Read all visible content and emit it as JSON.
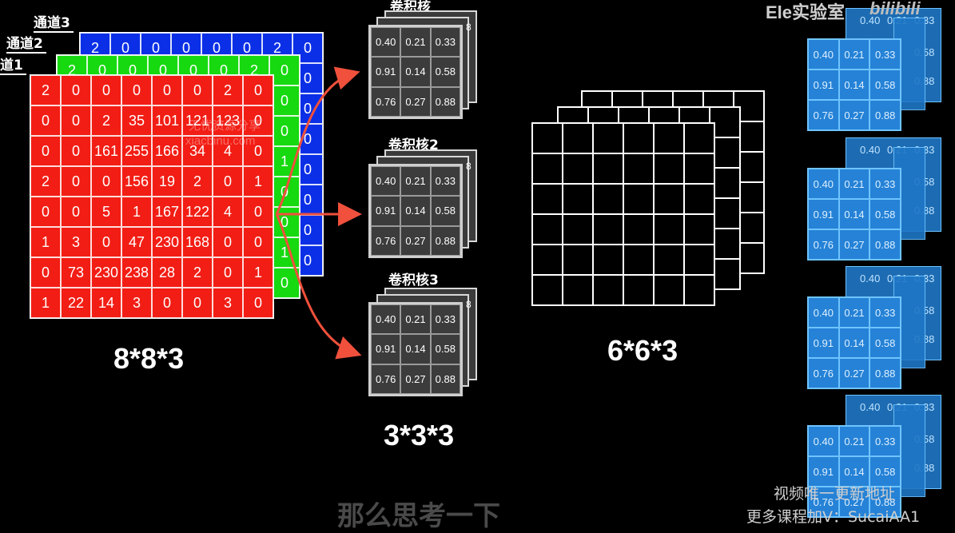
{
  "channels": {
    "channel3_label": "通道3",
    "channel2_label": "通道2",
    "channel1_label": "道1",
    "blue_right_column": [
      "0",
      "0",
      "0",
      "0",
      "0",
      "0",
      "0",
      "0"
    ],
    "blue_top_row": [
      "2",
      "0",
      "0",
      "0",
      "0",
      "0",
      "2",
      "0"
    ],
    "green_right_column": [
      "0",
      "0",
      "0",
      "1",
      "0",
      "0",
      "1",
      "0"
    ],
    "green_top_row": [
      "2",
      "0",
      "0",
      "0",
      "0",
      "0",
      "2",
      "0"
    ],
    "red_grid": [
      [
        "2",
        "0",
        "0",
        "0",
        "0",
        "0",
        "2",
        "0"
      ],
      [
        "0",
        "0",
        "2",
        "35",
        "101",
        "121",
        "123",
        "0"
      ],
      [
        "0",
        "0",
        "161",
        "255",
        "166",
        "34",
        "4",
        "0"
      ],
      [
        "2",
        "0",
        "0",
        "156",
        "19",
        "2",
        "0",
        "1"
      ],
      [
        "0",
        "0",
        "5",
        "1",
        "167",
        "122",
        "4",
        "0"
      ],
      [
        "1",
        "3",
        "0",
        "47",
        "230",
        "168",
        "0",
        "0"
      ],
      [
        "0",
        "73",
        "230",
        "238",
        "28",
        "2",
        "0",
        "1"
      ],
      [
        "1",
        "22",
        "14",
        "3",
        "0",
        "0",
        "3",
        "0"
      ]
    ],
    "size_label": "8*8*3",
    "colors": {
      "blue": "#0a2fe6",
      "green": "#16d90f",
      "red": "#f21d14"
    }
  },
  "kernels": {
    "titles": [
      "卷积核",
      "卷积核2",
      "卷积核3"
    ],
    "values": [
      [
        "0.40",
        "0.21",
        "0.33"
      ],
      [
        "0.91",
        "0.14",
        "0.58"
      ],
      [
        "0.76",
        "0.27",
        "0.88"
      ]
    ],
    "side_values": [
      "8",
      "8",
      "8"
    ],
    "size_label": "3*3*3"
  },
  "output": {
    "size_label": "6*6*3"
  },
  "cubes": {
    "front_values": [
      [
        "0.40",
        "0.21",
        "0.33"
      ],
      [
        "0.91",
        "0.14",
        "0.58"
      ],
      [
        "0.76",
        "0.27",
        "0.88"
      ]
    ],
    "back_values": [
      "0.40",
      "0.21",
      "0.33",
      "0.58",
      "0.88"
    ]
  },
  "watermark": {
    "line1": "无忧资源分享",
    "line2": "xiacbinu.com"
  },
  "brand": {
    "lab": "Ele实验室",
    "bilibili": "bilibili"
  },
  "notes": {
    "line1": "视频唯一更新地址",
    "line2": "更多课程加V：SucaiAA1"
  },
  "subtitle": "那么思考一下"
}
